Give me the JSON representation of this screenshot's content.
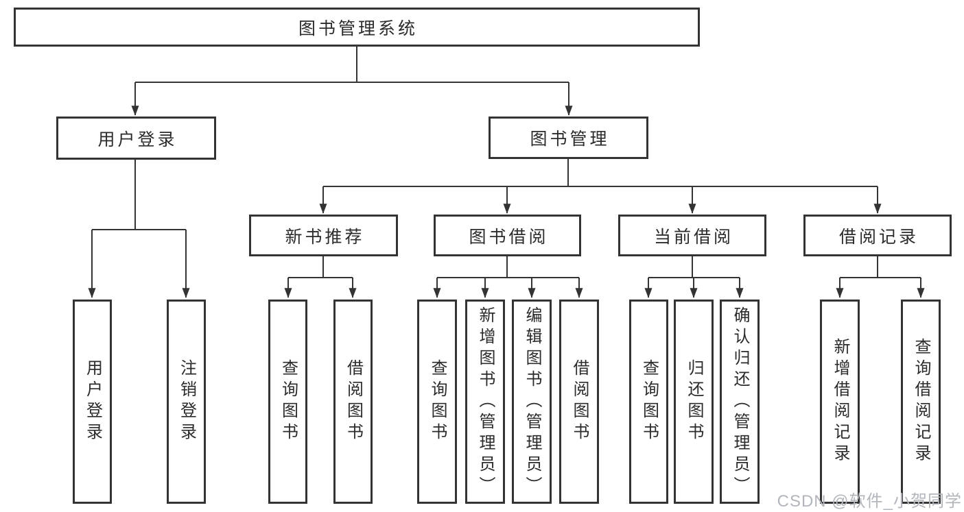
{
  "tree": {
    "root_label": "图书管理系统",
    "branches": [
      {
        "label": "用户登录",
        "leaves": [
          "用户登录",
          "注销登录"
        ]
      },
      {
        "label": "图书管理",
        "groups": [
          {
            "label": "新书推荐",
            "leaves": [
              "查询图书",
              "借阅图书"
            ]
          },
          {
            "label": "图书借阅",
            "leaves": [
              "查询图书",
              "新增图书（管理员）",
              "编辑图书（管理员）",
              "借阅图书"
            ]
          },
          {
            "label": "当前借阅",
            "leaves": [
              "查询图书",
              "归还图书",
              "确认归还（管理员）"
            ]
          },
          {
            "label": "借阅记录",
            "leaves": [
              "新增借阅记录",
              "查询借阅记录"
            ]
          }
        ]
      }
    ]
  },
  "watermark": "CSDN @软件_小贺同学",
  "colors": {
    "line": "#333333",
    "text": "#2b2b2b",
    "watermark": "#b2b6bc",
    "background": "#ffffff"
  }
}
